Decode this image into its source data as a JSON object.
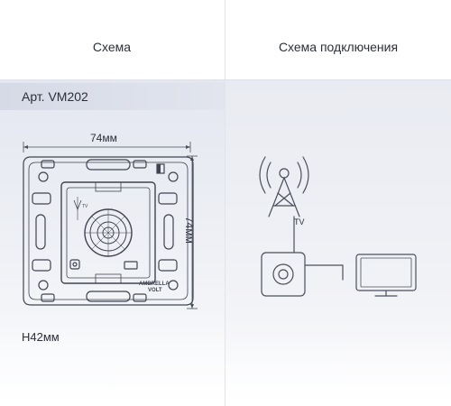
{
  "header": {
    "scheme_tab": "Схема",
    "connection_tab": "Схема подключения"
  },
  "article": {
    "label": "Арт. VM202"
  },
  "dimensions": {
    "width": "74мм",
    "height": "74мм",
    "depth": "H42мм"
  },
  "device": {
    "brand_line1": "AMBRELLA",
    "brand_line2": "VOLT",
    "socket_mark": "TV"
  },
  "connection": {
    "tv_label": "TV"
  },
  "colors": {
    "line": "#4a4f5c",
    "panel": "#e6e9f1",
    "header_bg": "#ffffff"
  }
}
